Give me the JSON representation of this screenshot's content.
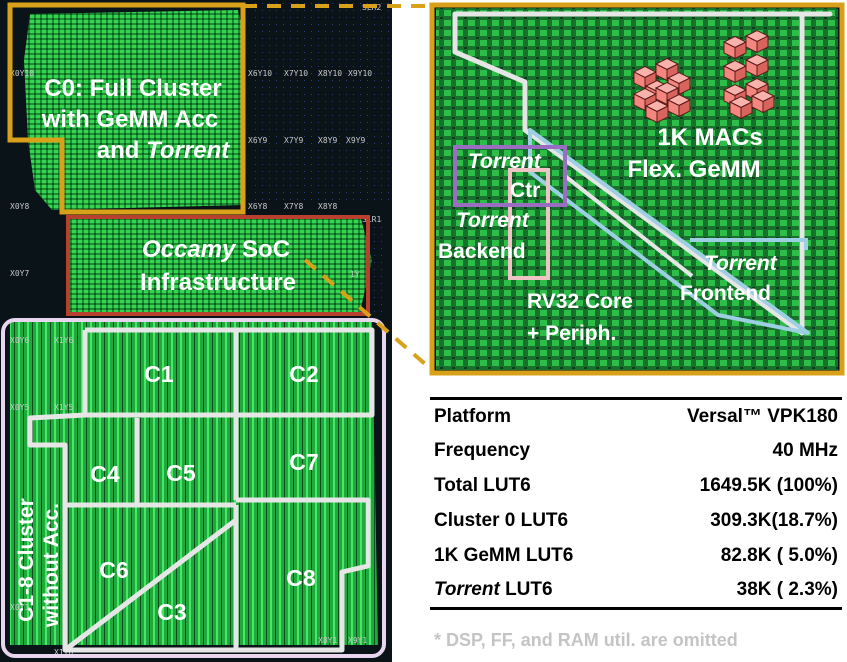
{
  "regions": {
    "c0": {
      "line1": "C0: Full Cluster",
      "line2": "with GeMM Acc",
      "line3_plain": "and ",
      "line3_italic": "Torrent"
    },
    "occamy": {
      "italic": "Occamy",
      "plain": " SoC",
      "line2": "Infrastructure"
    },
    "clusters": {
      "c1": "C1",
      "c2": "C2",
      "c3": "C3",
      "c4": "C4",
      "c5": "C5",
      "c6": "C6",
      "c7": "C7",
      "c8": "C8"
    },
    "c1_8_line1": "C1-8 Cluster",
    "c1_8_line2": "without Acc."
  },
  "zoom": {
    "macs_line1": "1K MACs",
    "macs_line2": "Flex. GeMM",
    "torrent_ctr_italic": "Torrent",
    "torrent_ctr_plain": "Ctr",
    "torrent_backend_italic": "Torrent",
    "torrent_backend_plain": "Backend",
    "torrent_frontend_italic": "Torrent",
    "torrent_frontend_plain": "Frontend",
    "rv32_line1": "RV32 Core",
    "rv32_line2": "+ Periph."
  },
  "coord_labels": [
    "X6Y10",
    "X7Y10",
    "X8Y10",
    "X9Y10",
    "X6Y9",
    "X7Y9",
    "X8Y9",
    "X9Y9",
    "X0Y10",
    "X0Y8",
    "X0Y7",
    "X0Y6",
    "X1Y6",
    "X0Y5",
    "X1Y5",
    "X6Y8",
    "X7Y8",
    "X8Y8",
    "X0Y1",
    "X1Y0",
    "X8Y1",
    "X9Y1",
    "SLR2",
    "SLR1",
    "1Y"
  ],
  "table": {
    "rows": [
      {
        "label": "Platform",
        "label_italic": "",
        "value": "Versal™ VPK180"
      },
      {
        "label": "Frequency",
        "label_italic": "",
        "value": "40 MHz"
      },
      {
        "label": "Total LUT6",
        "label_italic": "",
        "value": "1649.5K (100%)"
      },
      {
        "label": "Cluster 0 LUT6",
        "label_italic": "",
        "value": "309.3K(18.7%)"
      },
      {
        "label": "1K GeMM LUT6",
        "label_italic": "",
        "value": "82.8K ( 5.0%)"
      },
      {
        "label": " LUT6",
        "label_italic": "Torrent",
        "value": "38K ( 2.3%)"
      }
    ]
  },
  "footnote": "*  DSP, FF, and RAM util. are omitted",
  "colors": {
    "fabric": "#0a1418",
    "logic_green": "#2bd04a",
    "c0_box": "#d9a11a",
    "occamy_box": "#b8402e",
    "cluster_box": "#e8d5ee",
    "cluster_lines": "#e6e6e6",
    "torrent_ctr": "#9a6cc2",
    "rv32": "#efc4c4",
    "frontend": "#9ccfe2",
    "mac_cube": "#f5867f"
  },
  "icons": [
    "mac-cube-icon"
  ]
}
